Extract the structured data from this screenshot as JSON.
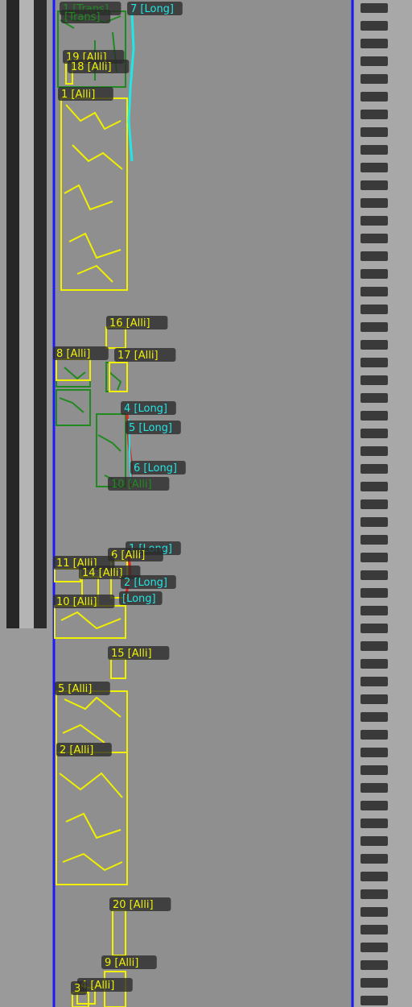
{
  "colors": {
    "background": "#8e8e8e",
    "lane_boundary": "#1a1aff",
    "alligator_major": "#f0f000",
    "alligator_minor": "#1f8a1f",
    "longitudinal": "#22e5e5",
    "longitudinal_severe": "#e02020",
    "label_box": "#2a2a2a",
    "dark_stripe": "#262626",
    "rumble_marks": "#3a3a3a"
  },
  "detections": [
    {
      "id": "d-1-trans",
      "text": "1 [Trans]",
      "kind": "alligator_minor"
    },
    {
      "id": "d-trans-b",
      "text": "[Trans]",
      "kind": "alligator_minor"
    },
    {
      "id": "d-7-long",
      "text": "7 [Long]",
      "kind": "longitudinal"
    },
    {
      "id": "d-19-alli",
      "text": "19 [Alli]",
      "kind": "alligator_major"
    },
    {
      "id": "d-18-alli",
      "text": "18 [Alli]",
      "kind": "alligator_major"
    },
    {
      "id": "d-1-alli",
      "text": "1 [Alli]",
      "kind": "alligator_major"
    },
    {
      "id": "d-16-alli",
      "text": "16 [Alli]",
      "kind": "alligator_major"
    },
    {
      "id": "d-8-alli",
      "text": "8 [Alli]",
      "kind": "alligator_major"
    },
    {
      "id": "d-17-alli",
      "text": "17 [Alli]",
      "kind": "alligator_major"
    },
    {
      "id": "d-4-long",
      "text": "4 [Long]",
      "kind": "longitudinal"
    },
    {
      "id": "d-5-long",
      "text": "5 [Long]",
      "kind": "longitudinal"
    },
    {
      "id": "d-6-long",
      "text": "6 [Long]",
      "kind": "longitudinal"
    },
    {
      "id": "d-10-alli-g",
      "text": "10 [Alli]",
      "kind": "alligator_minor"
    },
    {
      "id": "d-1-long",
      "text": "1 [Long]",
      "kind": "longitudinal"
    },
    {
      "id": "d-6-alli",
      "text": "6 [Alli]",
      "kind": "alligator_major"
    },
    {
      "id": "d-11-alli",
      "text": "11 [Alli]",
      "kind": "alligator_major"
    },
    {
      "id": "d-14-alli",
      "text": "14 [Alli]",
      "kind": "alligator_major"
    },
    {
      "id": "d-2-long",
      "text": "2 [Long]",
      "kind": "longitudinal"
    },
    {
      "id": "d-3-long",
      "text": "[Long]",
      "kind": "longitudinal"
    },
    {
      "id": "d-10-alli",
      "text": "10 [Alli]",
      "kind": "alligator_major"
    },
    {
      "id": "d-15-alli",
      "text": "15 [Alli]",
      "kind": "alligator_major"
    },
    {
      "id": "d-5-alli",
      "text": "5 [Alli]",
      "kind": "alligator_major"
    },
    {
      "id": "d-2-alli",
      "text": "2 [Alli]",
      "kind": "alligator_major"
    },
    {
      "id": "d-20-alli",
      "text": "20 [Alli]",
      "kind": "alligator_major"
    },
    {
      "id": "d-9-alli",
      "text": "9 [Alli]",
      "kind": "alligator_major"
    },
    {
      "id": "d-4-alli",
      "text": "4 [Alli]",
      "kind": "alligator_major"
    },
    {
      "id": "d-3-alli",
      "text": "3",
      "kind": "alligator_major"
    }
  ]
}
